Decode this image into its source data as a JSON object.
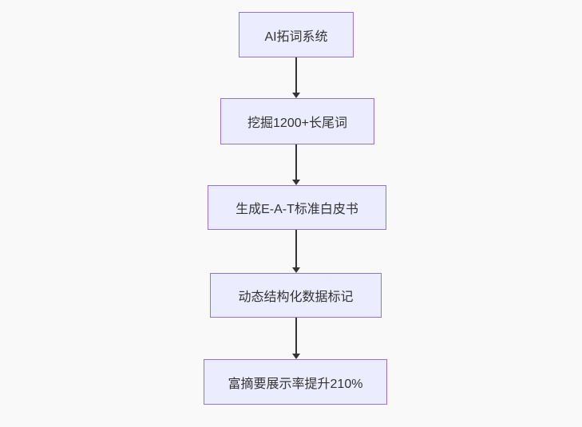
{
  "diagram": {
    "type": "flowchart",
    "direction": "top-down",
    "colors": {
      "canvas_background": "#f9f9f9",
      "node_fill": "#ECECFF",
      "node_border": "#9370DB",
      "node_text": "#333333",
      "arrow": "#333333"
    },
    "nodes": [
      {
        "id": "A",
        "label": "AI拓词系统"
      },
      {
        "id": "B",
        "label": "挖掘1200+长尾词"
      },
      {
        "id": "C",
        "label": "生成E-A-T标准白皮书"
      },
      {
        "id": "D",
        "label": "动态结构化数据标记"
      },
      {
        "id": "E",
        "label": "富摘要展示率提升210%"
      }
    ],
    "edges": [
      {
        "from": "A",
        "to": "B"
      },
      {
        "from": "B",
        "to": "C"
      },
      {
        "from": "C",
        "to": "D"
      },
      {
        "from": "D",
        "to": "E"
      }
    ]
  }
}
